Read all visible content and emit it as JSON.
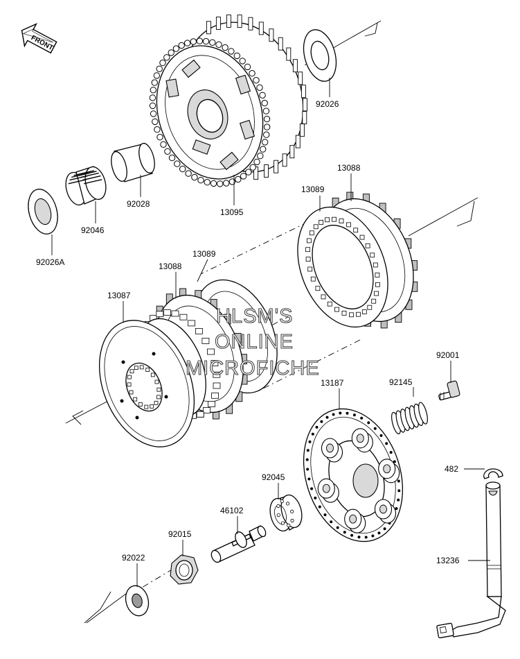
{
  "diagram": {
    "front_label": "FRONT",
    "watermark": [
      "HLSM'S",
      "ONLINE",
      "MICROFICHE"
    ],
    "part_labels": [
      {
        "id": "92026",
        "text": "92026"
      },
      {
        "id": "13095",
        "text": "13095"
      },
      {
        "id": "92028",
        "text": "92028"
      },
      {
        "id": "92046",
        "text": "92046"
      },
      {
        "id": "92026A",
        "text": "92026A"
      },
      {
        "id": "13088a",
        "text": "13088"
      },
      {
        "id": "13089a",
        "text": "13089"
      },
      {
        "id": "13089b",
        "text": "13089"
      },
      {
        "id": "13088b",
        "text": "13088"
      },
      {
        "id": "13087",
        "text": "13087"
      },
      {
        "id": "92001",
        "text": "92001"
      },
      {
        "id": "92145",
        "text": "92145"
      },
      {
        "id": "13187",
        "text": "13187"
      },
      {
        "id": "482",
        "text": "482"
      },
      {
        "id": "92045",
        "text": "92045"
      },
      {
        "id": "46102",
        "text": "46102"
      },
      {
        "id": "92015",
        "text": "92015"
      },
      {
        "id": "92022",
        "text": "92022"
      },
      {
        "id": "13236",
        "text": "13236"
      }
    ]
  }
}
